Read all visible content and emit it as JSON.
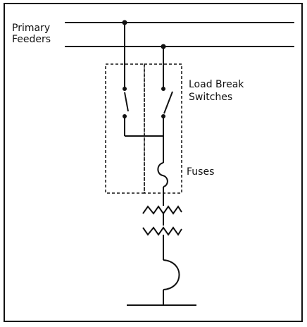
{
  "labels": {
    "feeders_line1": "Primary",
    "feeders_line2": "Feeders",
    "switches_line1": "Load Break",
    "switches_line2": "Switches",
    "fuses": "Fuses"
  },
  "colors": {
    "ink": "#111111",
    "background": "#ffffff"
  }
}
